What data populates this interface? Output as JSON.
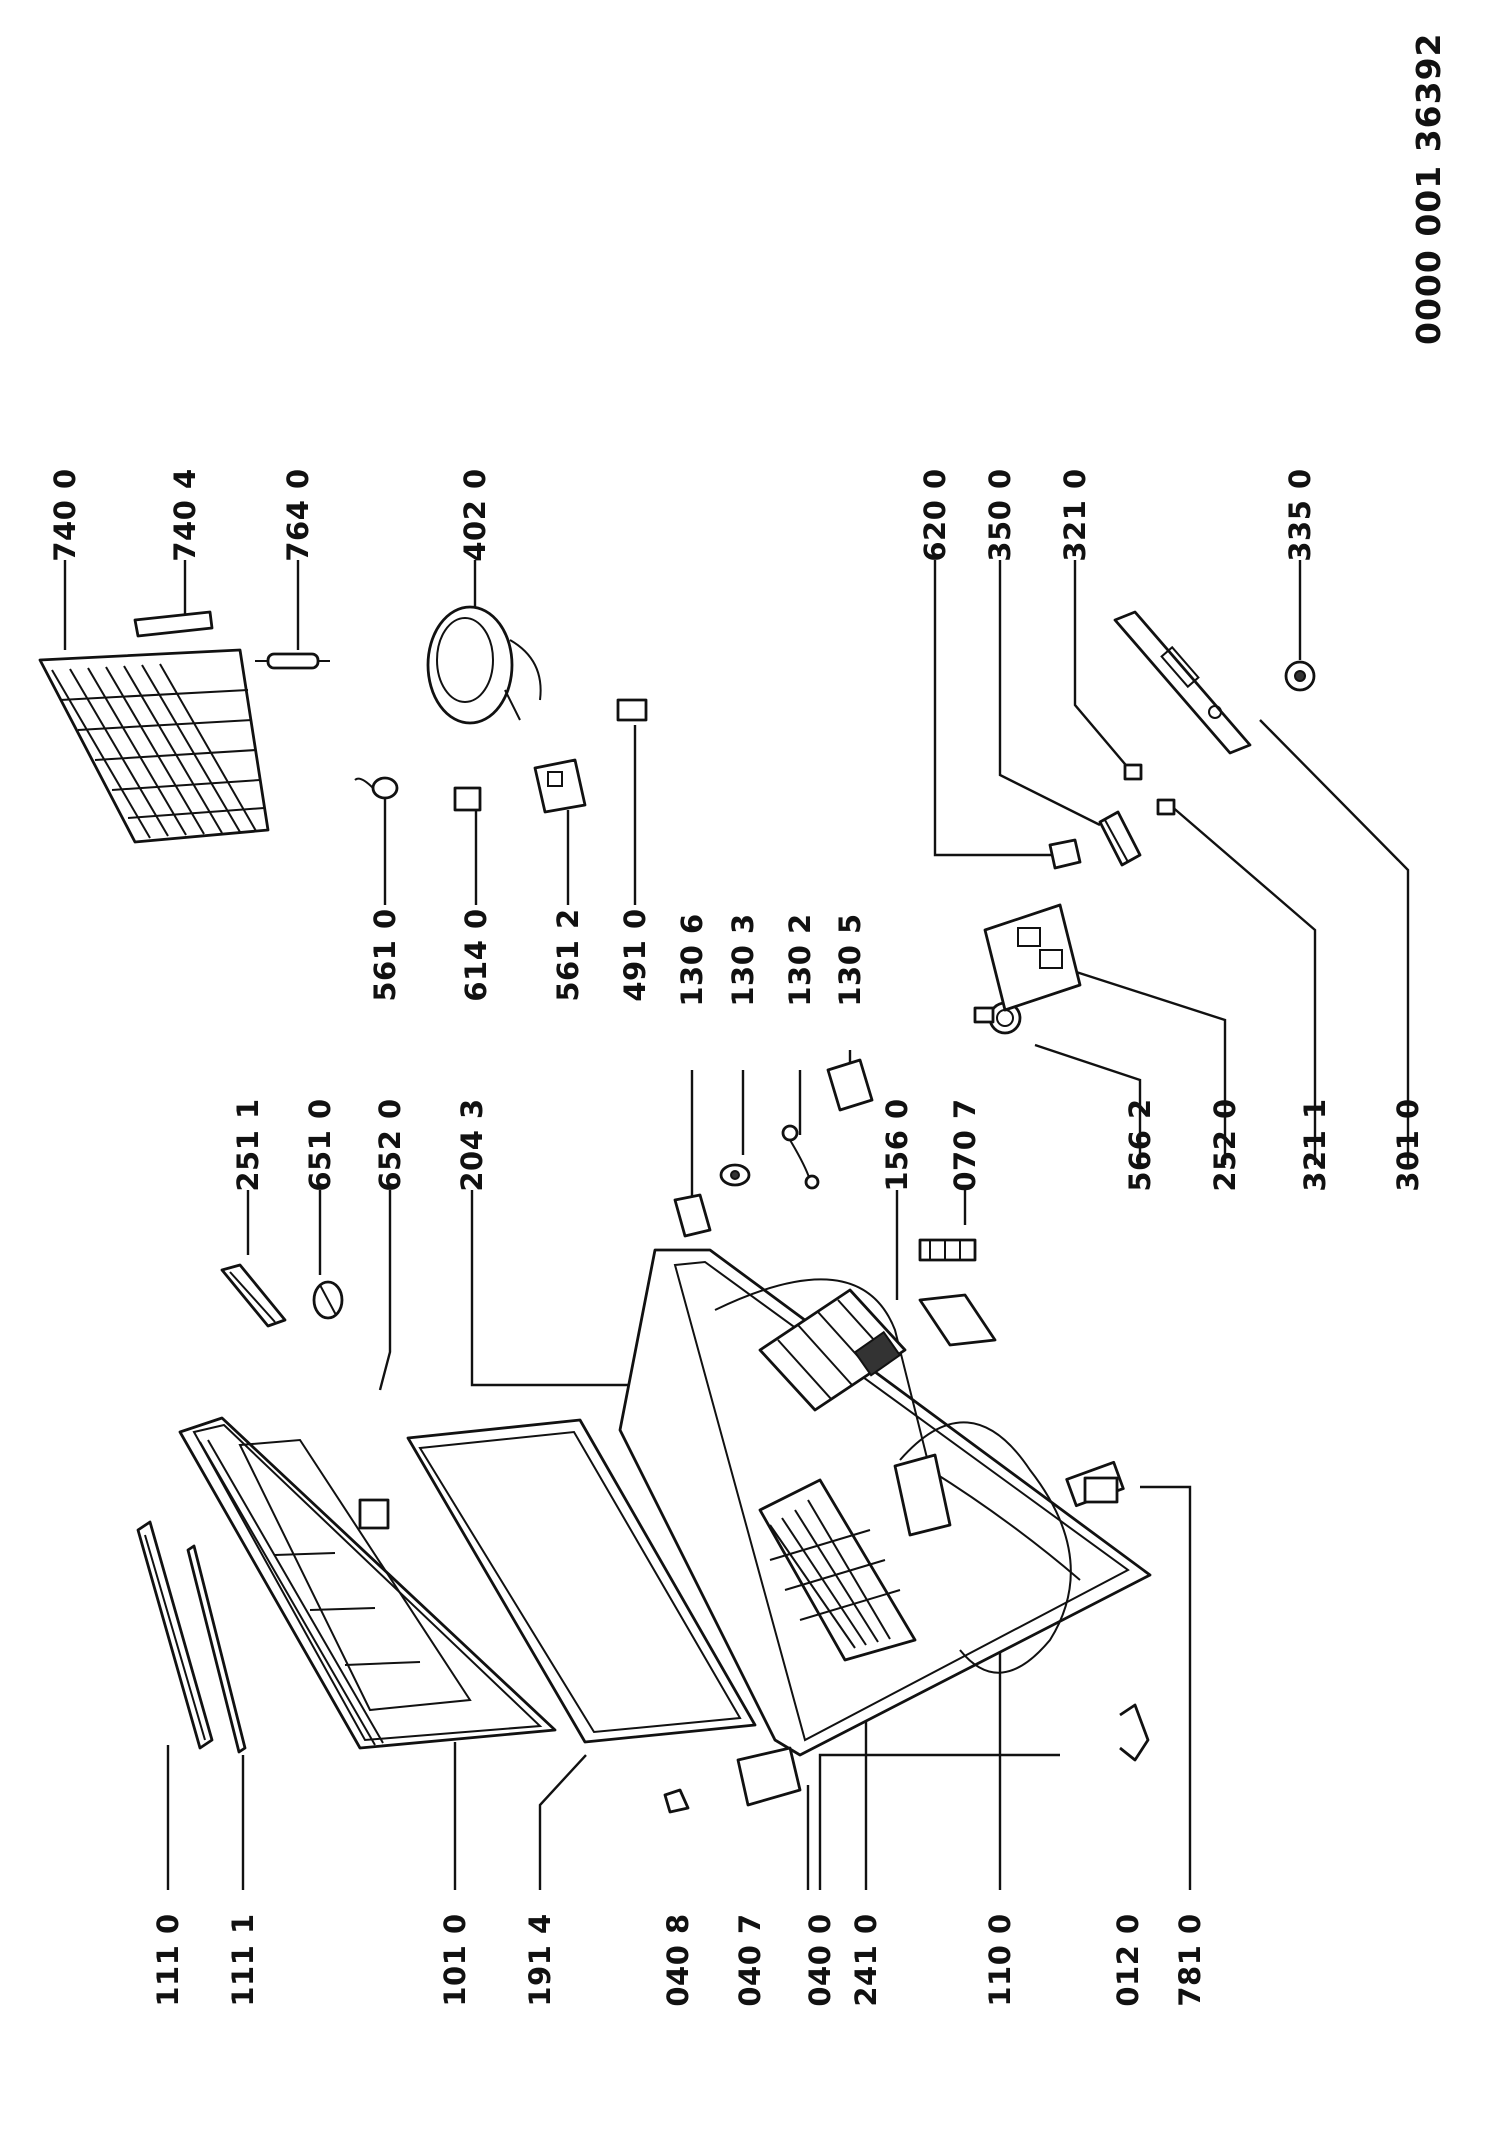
{
  "document": {
    "id": "0000 001 36392"
  },
  "labels": {
    "l1110": "111 0",
    "l1111": "111 1",
    "l1010": "101 0",
    "l1914": "191 4",
    "l0408": "040 8",
    "l0407": "040 7",
    "l0400": "040 0",
    "l2410": "241 0",
    "l1100": "110 0",
    "l0120": "012 0",
    "l7810": "781 0",
    "l2511": "251 1",
    "l6510": "651 0",
    "l6520": "652 0",
    "l2043": "204 3",
    "l1306": "130 6",
    "l1303": "130 3",
    "l1302": "130 2",
    "l1305": "130 5",
    "l1560": "156 0",
    "l0707": "070 7",
    "l5662": "566 2",
    "l2520": "252 0",
    "l3211": "321 1",
    "l3010": "301 0",
    "l5610": "561 0",
    "l6140": "614 0",
    "l5612": "561 2",
    "l4910": "491 0",
    "l7400": "740 0",
    "l7404": "740 4",
    "l7640": "764 0",
    "l4020": "402 0",
    "l6200": "620 0",
    "l3500": "350 0",
    "l3210": "321 0",
    "l3350": "335 0"
  }
}
